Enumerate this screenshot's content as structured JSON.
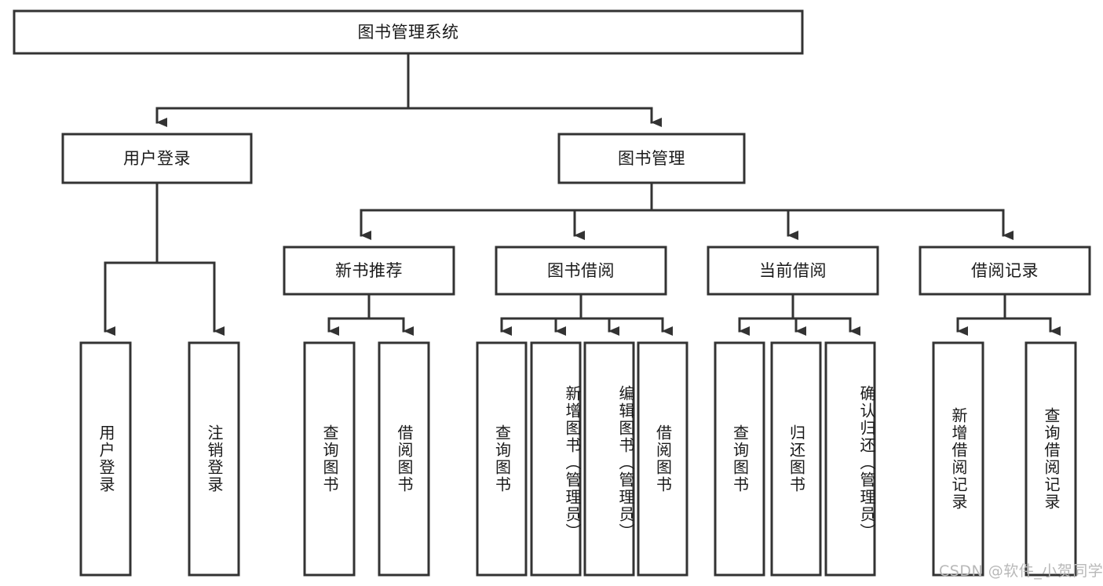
{
  "diagram": {
    "title": "图书管理系统",
    "type": "tree-hierarchy",
    "root": {
      "id": "root",
      "label": "图书管理系统"
    },
    "level2": [
      {
        "id": "user-login",
        "label": "用户登录"
      },
      {
        "id": "book-management",
        "label": "图书管理"
      }
    ],
    "level3": [
      {
        "id": "new-book-recommend",
        "label": "新书推荐",
        "parent": "book-management"
      },
      {
        "id": "book-borrow",
        "label": "图书借阅",
        "parent": "book-management"
      },
      {
        "id": "current-borrow",
        "label": "当前借阅",
        "parent": "book-management"
      },
      {
        "id": "borrow-record",
        "label": "借阅记录",
        "parent": "book-management"
      }
    ],
    "leaves": {
      "user-login": [
        {
          "id": "leaf-user-login",
          "label": "用户登录"
        },
        {
          "id": "leaf-user-logout",
          "label": "注销登录"
        }
      ],
      "new-book-recommend": [
        {
          "id": "leaf-query-book-1",
          "label": "查询图书"
        },
        {
          "id": "leaf-borrow-book-1",
          "label": "借阅图书"
        }
      ],
      "book-borrow": [
        {
          "id": "leaf-query-book-2",
          "label": "查询图书"
        },
        {
          "id": "leaf-add-book",
          "label": "新增图书（管理员）"
        },
        {
          "id": "leaf-edit-book",
          "label": "编辑图书（管理员）"
        },
        {
          "id": "leaf-borrow-book-2",
          "label": "借阅图书"
        }
      ],
      "current-borrow": [
        {
          "id": "leaf-query-book-3",
          "label": "查询图书"
        },
        {
          "id": "leaf-return-book",
          "label": "归还图书"
        },
        {
          "id": "leaf-confirm-return",
          "label": "确认归还（管理员）"
        }
      ],
      "borrow-record": [
        {
          "id": "leaf-add-record",
          "label": "新增借阅记录"
        },
        {
          "id": "leaf-query-record",
          "label": "查询借阅记录"
        }
      ]
    }
  },
  "watermark": {
    "text": "CSDN @软件_小贺同学"
  },
  "colors": {
    "stroke": "#333333",
    "fill": "#ffffff",
    "text": "#1a1a1a",
    "watermark": "#b8b8b8"
  }
}
